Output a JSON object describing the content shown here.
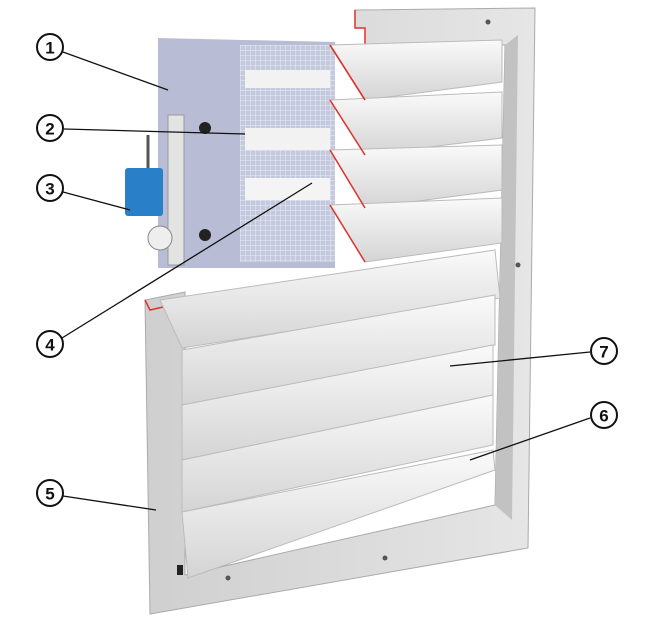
{
  "callouts": [
    {
      "label": "1"
    },
    {
      "label": "2"
    },
    {
      "label": "3"
    },
    {
      "label": "4"
    },
    {
      "label": "5"
    },
    {
      "label": "6"
    },
    {
      "label": "7"
    }
  ],
  "colors": {
    "frame": "#d9d9d9",
    "slat": "#ececec",
    "back_panel": "#b9bfd6",
    "mesh": "#c9cde0",
    "actuator": "#2a7fc9",
    "cut_edge": "#e0302a"
  }
}
